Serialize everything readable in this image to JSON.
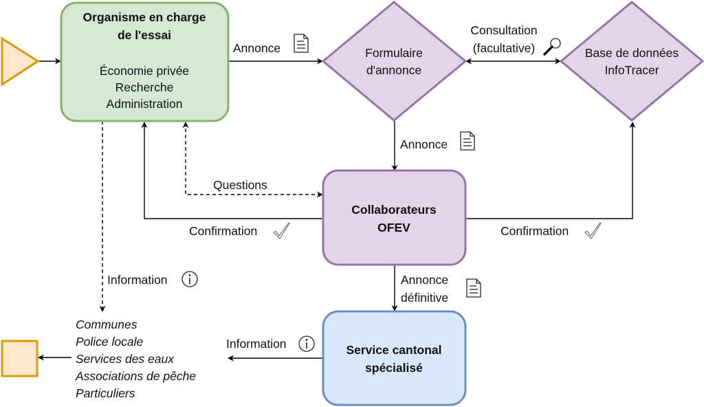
{
  "colors": {
    "green_fill": "#d5e8d4",
    "green_stroke": "#82b366",
    "purple_fill": "#e1d5e7",
    "purple_stroke": "#9673a6",
    "blue_fill": "#dae8fc",
    "blue_stroke": "#6c8ebf",
    "orange_fill": "#ffe6cc",
    "orange_stroke": "#d79b00"
  },
  "nodes": {
    "organism": {
      "title_line1": "Organisme en charge",
      "title_line2": "de l'essai",
      "items": [
        "Économie privée",
        "Recherche",
        "Administration"
      ]
    },
    "form": {
      "line1": "Formulaire",
      "line2": "d'annonce"
    },
    "database": {
      "line1": "Base de données",
      "line2": "InfoTracer"
    },
    "ofev": {
      "line1": "Collaborateurs",
      "line2": "OFEV"
    },
    "cantonal": {
      "line1": "Service cantonal",
      "line2": "spécialisé"
    },
    "recipients": [
      "Communes",
      "Police locale",
      "Services des eaux",
      "Associations de pêche",
      "Particuliers"
    ]
  },
  "edges": {
    "annonce_top": "Annonce",
    "consultation_line1": "Consultation",
    "consultation_line2": "(facultative)",
    "annonce_mid": "Annonce",
    "questions": "Questions",
    "confirmation_left": "Confirmation",
    "confirmation_right": "Confirmation",
    "information_left": "Information",
    "annonce_def_line1": "Annonce",
    "annonce_def_line2": "définitive",
    "information_bottom": "Information"
  }
}
